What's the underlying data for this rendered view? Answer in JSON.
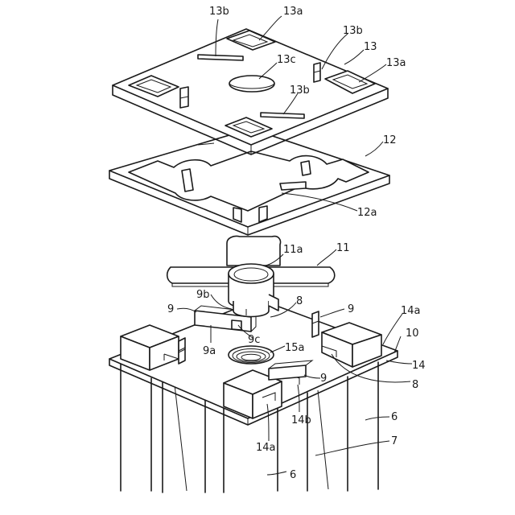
{
  "labels": {
    "l13b_top": "13b",
    "l13a_top": "13a",
    "l13b_right": "13b",
    "l13": "13",
    "l13a_right": "13a",
    "l13c": "13c",
    "l13b_mid": "13b",
    "l12": "12",
    "l12a": "12a",
    "l11a": "11a",
    "l11": "11",
    "l9b": "9b",
    "l9_left": "9",
    "l8_top": "8",
    "l9_right": "9",
    "l14a_top": "14a",
    "l10": "10",
    "l9a": "9a",
    "l9c": "9c",
    "l15a": "15a",
    "l14": "14",
    "l9_mid": "9",
    "l8_right": "8",
    "l14b": "14b",
    "l6_right": "6",
    "l14a_bottom": "14a",
    "l7": "7",
    "l6_bottom": "6"
  }
}
